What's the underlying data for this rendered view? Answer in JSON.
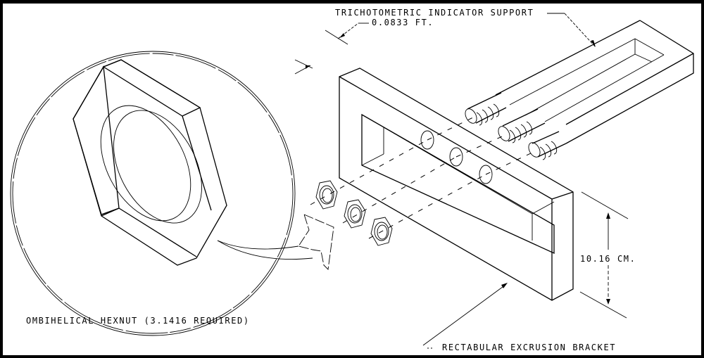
{
  "diagram": {
    "type": "exploded-assembly-drawing",
    "labels": {
      "support": "TRICHOTOMETRIC INDICATOR SUPPORT",
      "thickness": "0.0833 FT.",
      "height": "10.16 CM.",
      "hexnut": "OMBIHELICAL HEXNUT (3.1416 REQUIRED)",
      "bracket": "RECTABULAR EXCRUSION BRACKET"
    },
    "parts": [
      {
        "id": "support",
        "name": "Trichotometric indicator support",
        "threaded_rods": 3
      },
      {
        "id": "bracket",
        "name": "Rectabular excrusion bracket",
        "holes": 3
      },
      {
        "id": "hexnut",
        "name": "Ombihelical hexnut",
        "count_shown": 3
      }
    ],
    "colors": {
      "ink": "#000000",
      "paper": "#ffffff"
    }
  }
}
